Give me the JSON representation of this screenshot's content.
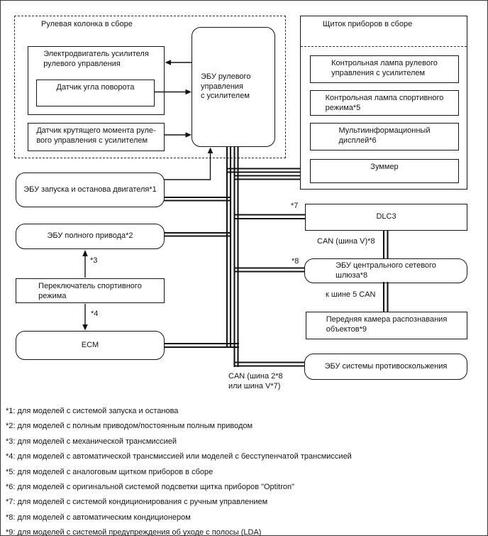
{
  "diagram": {
    "steering_column_group": {
      "title": "Рулевая колонка в сборе",
      "motor_label": "Электродвигатель усилителя\nрулевого управления",
      "angle_sensor_label": "Датчик угла поворота",
      "torque_sensor_label": "Датчик крутящего момента руле-\nвого управления с усилителем",
      "steering_ecu_label": "ЭБУ рулевого\nуправления\nс усилителем"
    },
    "instrument_panel_group": {
      "title": "Щиток приборов в сборе",
      "items": [
        {
          "label": "Контрольная лампа рулевого\nуправления с усилителем"
        },
        {
          "label": "Контрольная лампа спортивного\nрежима*5"
        },
        {
          "label": "Мультиинформационный\nдисплей*6"
        },
        {
          "label": "Зуммер"
        }
      ]
    },
    "left_nodes": {
      "start_stop_ecu": "ЭБУ запуска и останова двигателя*1",
      "awd_ecu": "ЭБУ полного привода*2",
      "sport_mode_switch": "Переключатель спортивного\nрежима",
      "ecm": "ECM"
    },
    "right_nodes": {
      "dlc3": "DLC3",
      "gateway_ecu": "ЭБУ центрального сетевого\nшлюза*8",
      "front_camera": "Передняя камера распознавания\nобъектов*9",
      "skid_control_ecu": "ЭБУ системы противоскольжения"
    },
    "wire_labels": {
      "note3": "*3",
      "note4": "*4",
      "note7": "*7",
      "note8": "*8",
      "can_v_bus": "CAN (шина V)*8",
      "to_can5_bus": "к шине 5 CAN",
      "can_bottom": "CAN (шина 2*8\nили шина V*7)"
    },
    "footnotes": [
      "*1: для моделей с системой запуска и останова",
      "*2: для моделей с полным приводом/постоянным полным приводом",
      "*3: для моделей с механической трансмиссией",
      "*4: для моделей с автоматической трансмиссией или моделей с бесступенчатой трансмиссией",
      "*5: для моделей с аналоговым щитком приборов в сборе",
      "*6: для моделей с оригинальной системой подсветки щитка приборов \"Optitron\"",
      "*7: для моделей с системой кондиционирования с ручным управлением",
      "*8: для моделей с автоматическим кондиционером",
      "*9: для моделей с системой предупреждения об уходе с полосы (LDA)"
    ]
  },
  "colors": {
    "line": "#141414",
    "background": "#ffffff"
  }
}
